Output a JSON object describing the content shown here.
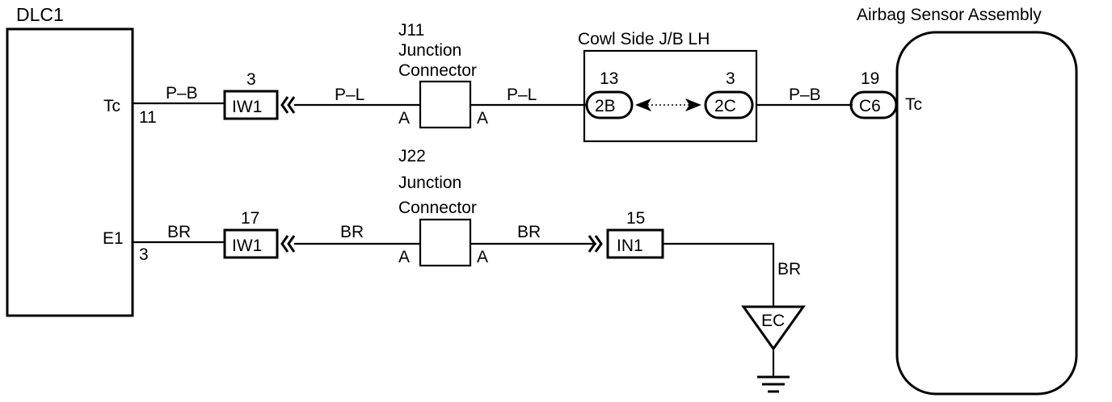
{
  "components": {
    "dlc1": {
      "title": "DLC1",
      "pin_tc_label": "Tc",
      "pin_tc_number": "11",
      "pin_e1_label": "E1",
      "pin_e1_number": "3"
    },
    "airbag": {
      "title": "Airbag Sensor Assembly",
      "connector": "C6",
      "pin_number": "19",
      "pin_label": "Tc"
    },
    "j11": {
      "line1": "J11",
      "line2": "Junction",
      "line3": "Connector",
      "pin_left": "A",
      "pin_right": "A"
    },
    "j22": {
      "line1": "J22",
      "line2": "Junction",
      "line3": "Connector",
      "pin_left": "A",
      "pin_right": "A"
    },
    "cowl": {
      "title": "Cowl Side J/B LH",
      "conn_left": "2B",
      "conn_left_pin": "13",
      "conn_right": "2C",
      "conn_right_pin": "3"
    },
    "iw1_top": {
      "label": "IW1",
      "pin": "3"
    },
    "iw1_bottom": {
      "label": "IW1",
      "pin": "17"
    },
    "in1": {
      "label": "IN1",
      "pin": "15"
    },
    "ground": {
      "label": "EC"
    }
  },
  "wires": {
    "tc_dlc_to_iw1": "P–B",
    "tc_iw1_to_j11": "P–L",
    "tc_j11_to_cowl": "P–L",
    "tc_cowl_to_airbag": "P–B",
    "e1_dlc_to_iw1": "BR",
    "e1_iw1_to_j22": "BR",
    "e1_j22_to_in1": "BR",
    "e1_in1_to_ground": "BR"
  }
}
